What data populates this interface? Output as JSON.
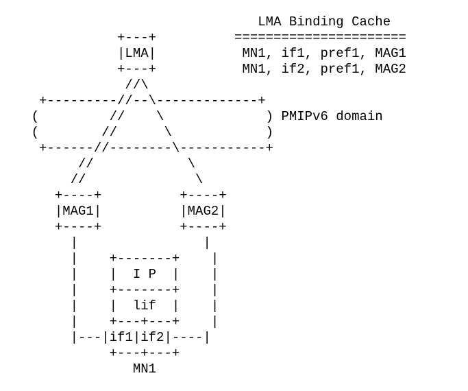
{
  "figure": {
    "lines": [
      "                                 LMA Binding Cache",
      "               +---+          ======================",
      "               |LMA|           MN1, if1, pref1, MAG1",
      "               +---+           MN1, if2, pref1, MAG2",
      "                //\\",
      "     +---------//--\\-------------+",
      "    (         //    \\             ) PMIPv6 domain",
      "    (        //      \\            )",
      "     +------//--------\\-----------+",
      "          //            \\",
      "         //              \\",
      "       +----+          +----+",
      "       |MAG1|          |MAG2|",
      "       +----+          +----+",
      "         |                |",
      "         |    +-------+    |",
      "         |    |  I P  |    |",
      "         |    +-------+    |",
      "         |    |  lif  |    |",
      "         |    +---+---+    |",
      "         |---|if1|if2|----|",
      "              +---+---+",
      "                 MN1"
    ]
  }
}
